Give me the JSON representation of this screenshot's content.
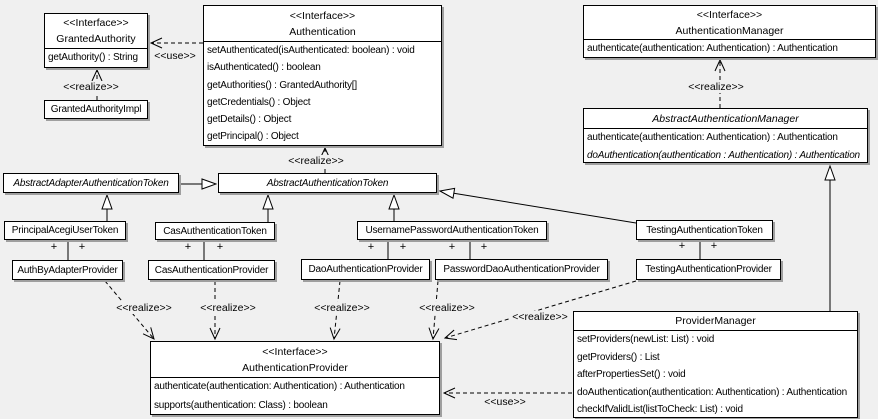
{
  "colors": {
    "background": "#f0f0f0",
    "box_fill": "#ffffff",
    "border": "#000000",
    "shadow": "#9f9f9f"
  },
  "diagram_type": "uml-class-diagram",
  "classes": {
    "granted_authority": {
      "stereotype": "<<Interface>>",
      "name": "GrantedAuthority",
      "methods": [
        "getAuthority() : String"
      ]
    },
    "granted_authority_impl": {
      "name": "GrantedAuthorityImpl"
    },
    "authentication": {
      "stereotype": "<<Interface>>",
      "name": "Authentication",
      "methods": [
        "setAuthenticated(isAuthenticated: boolean) : void",
        "isAuthenticated() : boolean",
        "getAuthorities() : GrantedAuthority[]",
        "getCredentials() : Object",
        "getDetails() : Object",
        "getPrincipal() : Object"
      ]
    },
    "authentication_manager": {
      "stereotype": "<<Interface>>",
      "name": "AuthenticationManager",
      "methods": [
        "authenticate(authentication: Authentication) : Authentication"
      ]
    },
    "abstract_authentication_manager": {
      "name": "AbstractAuthenticationManager",
      "methods": [
        "authenticate(authentication: Authentication) : Authentication",
        "doAuthentication(authentication : Authentication) : Authentication"
      ]
    },
    "abstract_adapter_authentication_token": {
      "name": "AbstractAdapterAuthenticationToken"
    },
    "abstract_authentication_token": {
      "name": "AbstractAuthenticationToken"
    },
    "principal_acegi_user_token": {
      "name": "PrincipalAcegiUserToken"
    },
    "cas_authentication_token": {
      "name": "CasAuthenticationToken"
    },
    "username_password_authentication_token": {
      "name": "UsernamePasswordAuthenticationToken"
    },
    "testing_authentication_token": {
      "name": "TestingAuthenticationToken"
    },
    "auth_by_adapter_provider": {
      "name": "AuthByAdapterProvider"
    },
    "cas_authentication_provider": {
      "name": "CasAuthenticationProvider"
    },
    "dao_authentication_provider": {
      "name": "DaoAuthenticationProvider"
    },
    "password_dao_authentication_provider": {
      "name": "PasswordDaoAuthenticationProvider"
    },
    "testing_authentication_provider": {
      "name": "TestingAuthenticationProvider"
    },
    "authentication_provider": {
      "stereotype": "<<Interface>>",
      "name": "AuthenticationProvider",
      "methods": [
        "authenticate(authentication: Authentication) : Authentication",
        "supports(authentication: Class) : boolean"
      ]
    },
    "provider_manager": {
      "name": "ProviderManager",
      "methods": [
        "setProviders(newList: List) : void",
        "getProviders() : List",
        "afterPropertiesSet() : void",
        "doAuthentication(authentication: Authentication) : Authentication",
        "checkIfValidList(listToCheck: List) : void"
      ]
    }
  },
  "edge_labels": {
    "use_granted_authority": "<<use>>",
    "use_authentication_provider": "<<use>>",
    "realize_granted_authority": "<<realize>>",
    "realize_authentication": "<<realize>>",
    "realize_authentication_manager": "<<realize>>",
    "realize_auth_by_adapter": "<<realize>>",
    "realize_cas": "<<realize>>",
    "realize_dao": "<<realize>>",
    "realize_password_dao": "<<realize>>",
    "realize_testing": "<<realize>>"
  },
  "association_end_label": "+"
}
